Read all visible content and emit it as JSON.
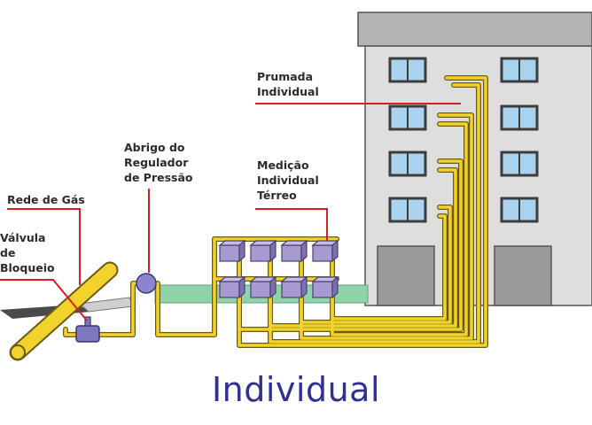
{
  "labels": {
    "prumada": "Prumada\nIndividual",
    "abrigo": "Abrigo do\nRegulador\nde Pressão",
    "medicao": "Medição\nIndividual\nTérreo",
    "rede": "Rede de Gás",
    "valvula": "Válvula\nde\nBloqueio"
  },
  "caption": "Individual",
  "colors": {
    "pipe": "#f2d32c",
    "pipe_outline": "#6b5a14",
    "callout": "#d81e24",
    "building": "#dedede",
    "roof": "#b3b3b3",
    "window_frame": "#3c3c3c",
    "window_glass": "#a9d2ef",
    "ground_pipe": "#8fd3a8",
    "meter": "#a79ad0",
    "caption": "#2e3192"
  }
}
